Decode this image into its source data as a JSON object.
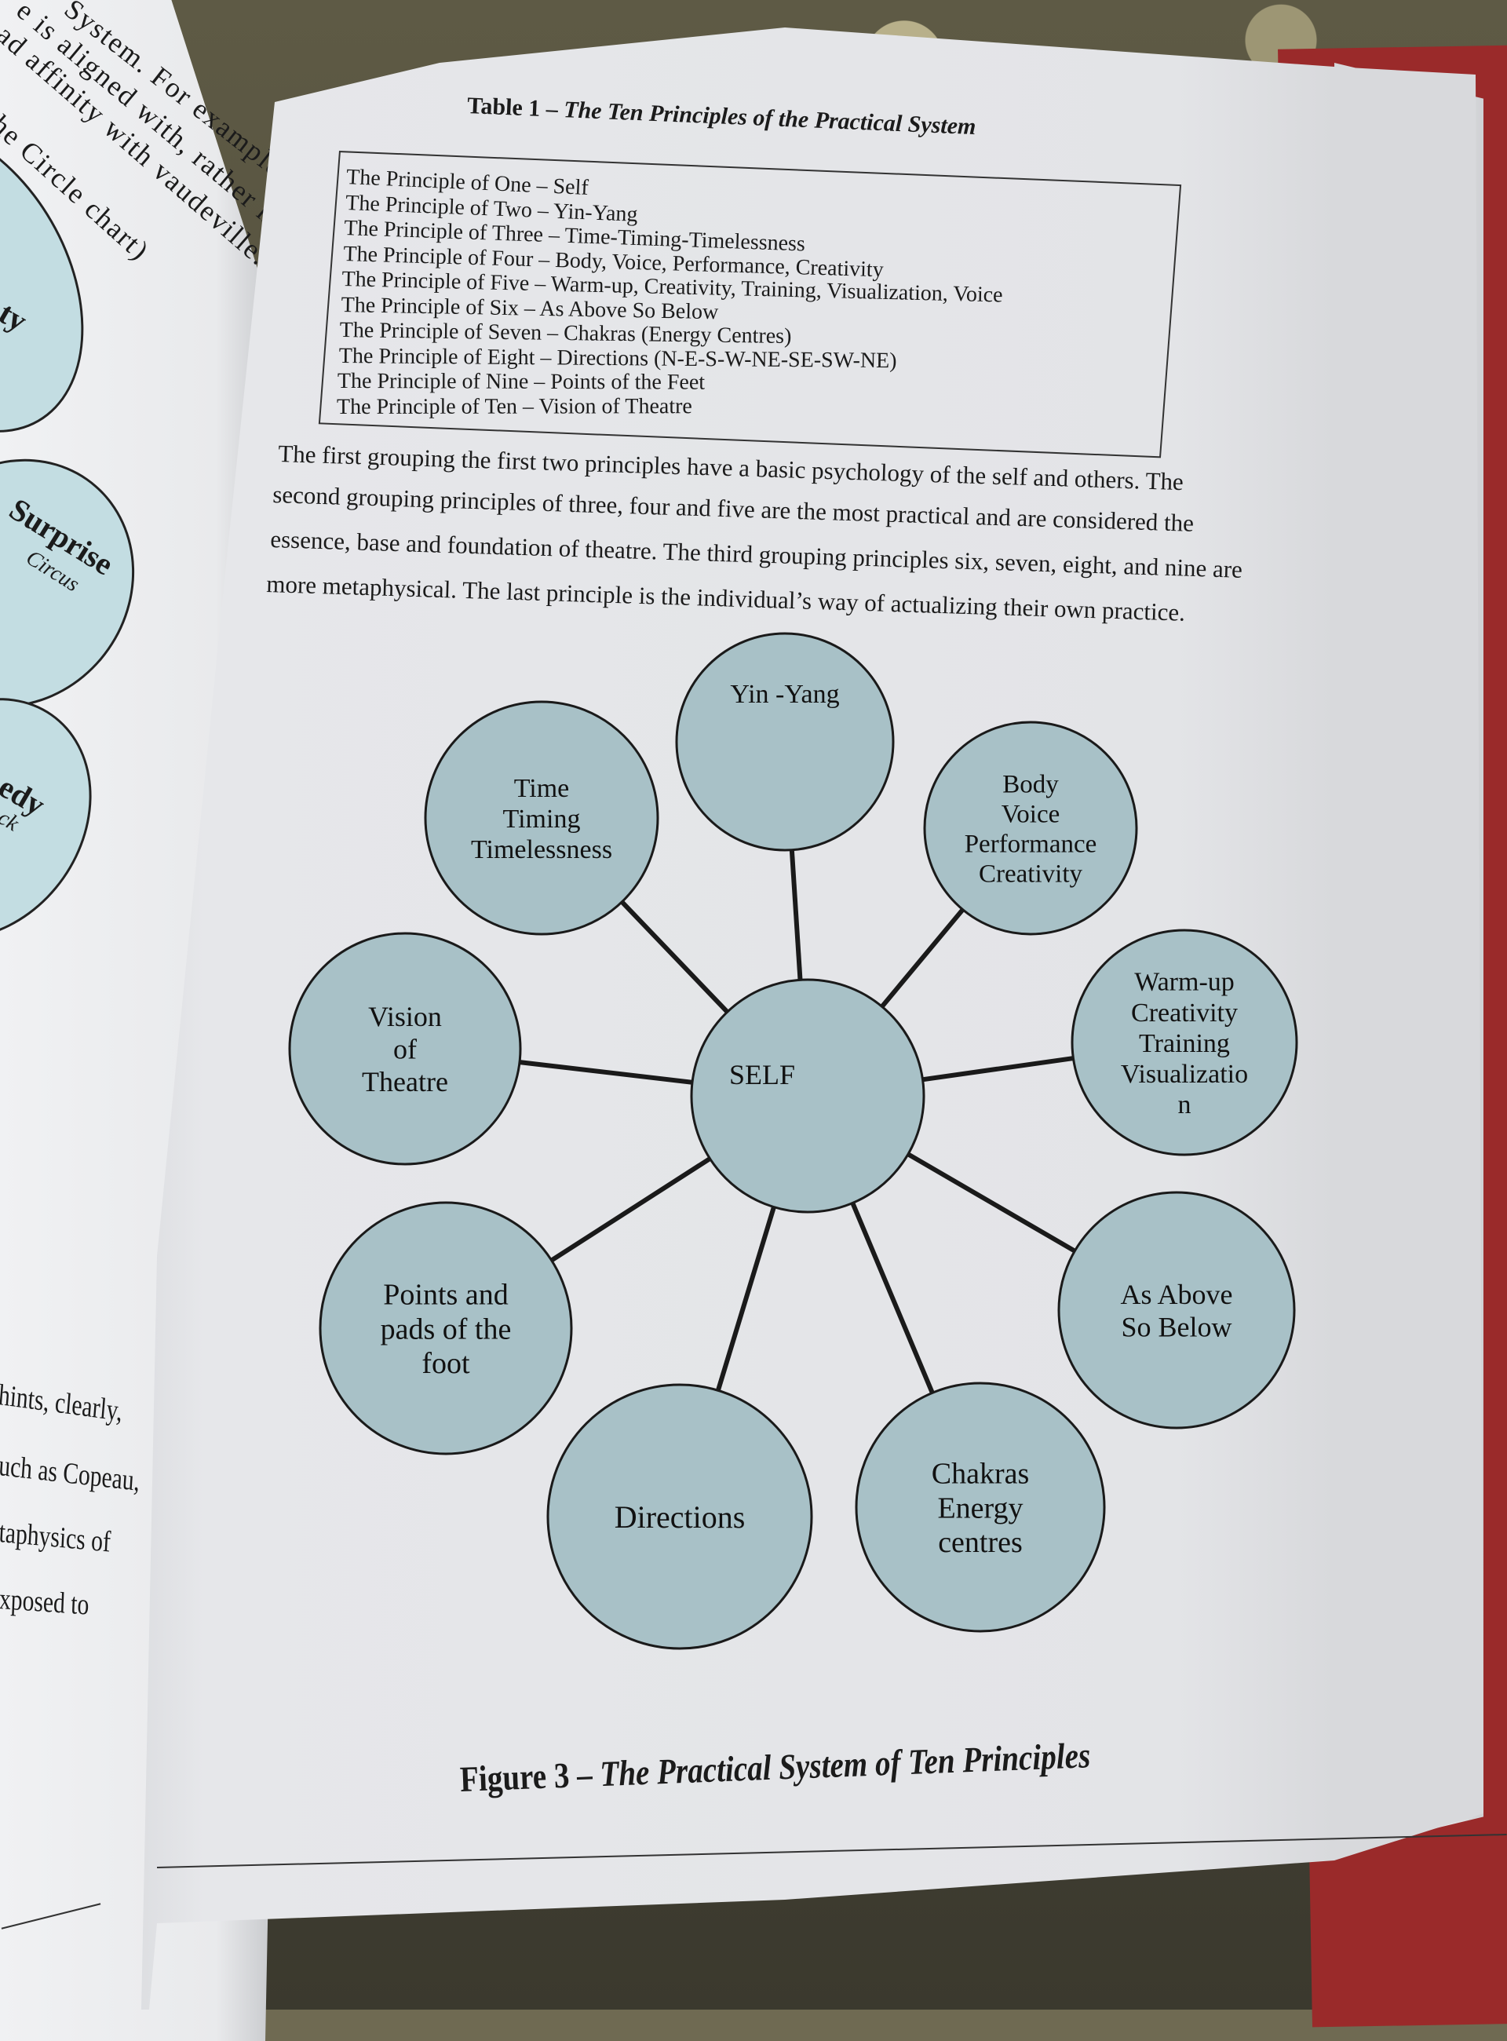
{
  "left_page": {
    "text_lines": [
      "System.  For example,",
      "e is aligned with, rather he",
      "had affinity with vaudeville.",
      "the Circle chart)"
    ],
    "ellipses": [
      {
        "label": "ty",
        "sub": ""
      },
      {
        "label": "Surprise",
        "sub": "Circus"
      },
      {
        "label": "edy",
        "sub": "ck"
      }
    ],
    "bottom_lines": [
      "hints, clearly,",
      "uch as Copeau,",
      "taphysics of",
      "xposed to"
    ]
  },
  "table": {
    "title_prefix": "Table 1 – ",
    "title_italic": "The Ten Principles of the Practical System",
    "rows": [
      "The Principle of One – Self",
      "The Principle of Two – Yin-Yang",
      "The Principle of Three – Time-Timing-Timelessness",
      "The Principle of Four – Body, Voice, Performance, Creativity",
      "The Principle of Five – Warm-up, Creativity, Training, Visualization, Voice",
      "The Principle of Six – As Above So Below",
      "The Principle of Seven – Chakras (Energy Centres)",
      "The Principle of Eight – Directions (N-E-S-W-NE-SE-SW-NE)",
      "The Principle of Nine – Points of the Feet",
      "The Principle of Ten – Vision of Theatre"
    ]
  },
  "paragraph": [
    "The first grouping the first two principles have a basic psychology of the self and others. The",
    "second grouping principles of three, four and five are the most practical and are considered the",
    "essence, base and foundation of theatre. The third grouping principles six, seven, eight, and nine are",
    "more metaphysical. The last principle is the individual’s way of actualizing their own practice."
  ],
  "diagram": {
    "center": {
      "label": "SELF"
    },
    "nodes": [
      {
        "id": "yin-yang",
        "lines": [
          "Yin -Yang"
        ]
      },
      {
        "id": "time",
        "lines": [
          "Time",
          "Timing",
          "Timelessness"
        ]
      },
      {
        "id": "body",
        "lines": [
          "Body",
          "Voice",
          "Performance",
          "Creativity"
        ]
      },
      {
        "id": "vision",
        "lines": [
          "Vision",
          "of",
          "Theatre"
        ]
      },
      {
        "id": "warm-up",
        "lines": [
          "Warm-up",
          "Creativity",
          "Training",
          "Visualizatio",
          "n"
        ]
      },
      {
        "id": "points",
        "lines": [
          "Points and",
          "pads of the",
          "foot"
        ]
      },
      {
        "id": "as-above",
        "lines": [
          "As Above",
          "So Below"
        ]
      },
      {
        "id": "directions",
        "lines": [
          "Directions"
        ]
      },
      {
        "id": "chakras",
        "lines": [
          "Chakras",
          "Energy",
          "centres"
        ]
      }
    ],
    "fill_color": "#a8c1c7",
    "left_fill_color": "#c3dde2"
  },
  "caption": {
    "prefix": "Figure 3 – ",
    "italic": "The Practical System of Ten Principles"
  }
}
